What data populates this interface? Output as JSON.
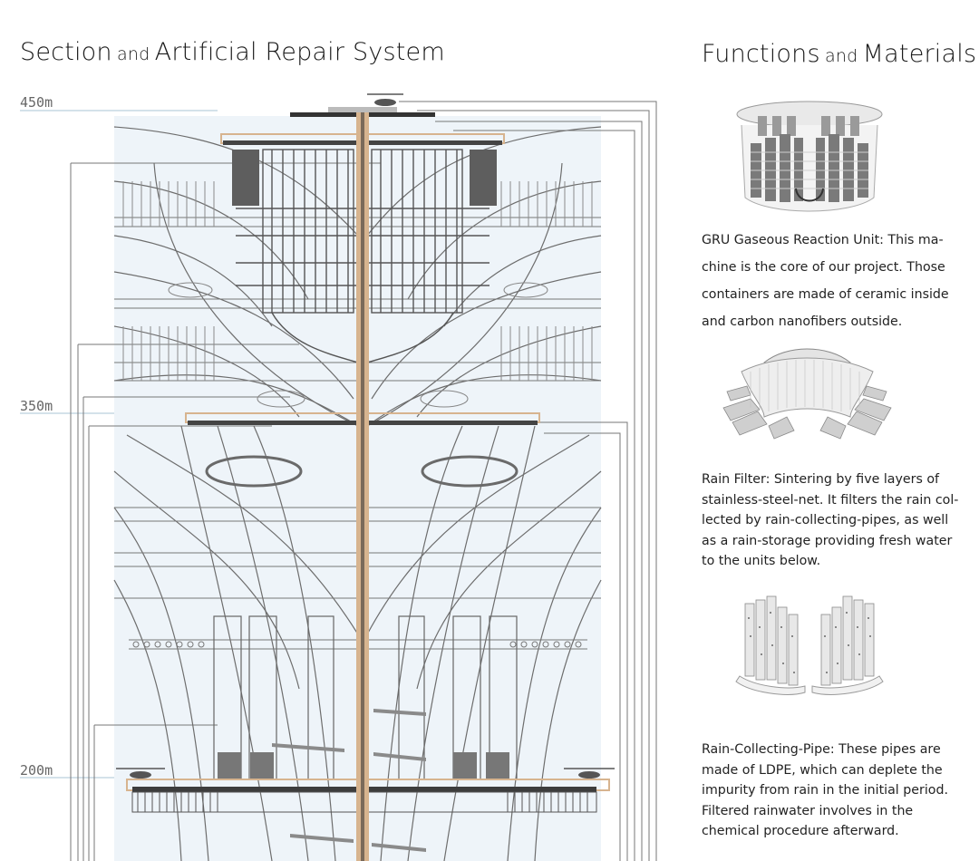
{
  "left_panel": {
    "title_part1": "Section",
    "title_joiner": "and",
    "title_part2": "Artificial Repair System",
    "height_markers": [
      "450m",
      "350m",
      "200m"
    ]
  },
  "right_panel": {
    "title_part1": "Functions",
    "title_joiner": "and",
    "title_part2": "Materials",
    "items": [
      {
        "icon": "gas-reaction-unit-illustration",
        "description": "GRU Gaseous Reaction Unit: This ma-chine is the core of our project. Those containers are made of ceramic inside and carbon nanofibers outside."
      },
      {
        "icon": "rain-filter-illustration",
        "description": "Rain Filter: Sintering by five layers of stainless-steel-net. It filters the rain col-lected by rain-collecting-pipes, as well as a rain-storage providing fresh water to the units below."
      },
      {
        "icon": "rain-collecting-pipe-illustration",
        "description": "Rain-Collecting-Pipe: These pipes are made of LDPE, which can deplete the impurity from rain in the initial period. Filtered rainwater involves in the chemical procedure afterward."
      }
    ]
  },
  "colors": {
    "line": "#6d6d6d",
    "sky": "#eef4f9",
    "core": "#d7b48f",
    "dark_block": "#5e5e5e"
  }
}
